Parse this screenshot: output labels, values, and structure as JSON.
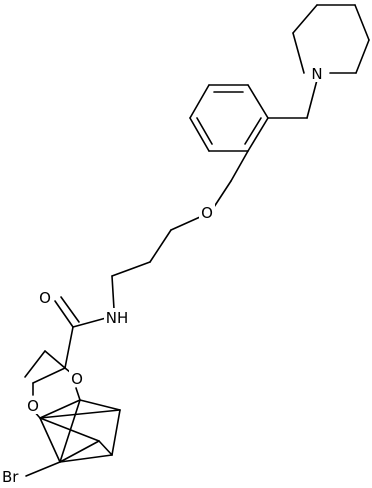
{
  "molecule": {
    "atom_labels": {
      "piperidine_n": "N",
      "ether_o": "O",
      "amide_o": "O",
      "amide_nh": "NH",
      "cage_o_right": "O",
      "cage_o_left": "O",
      "bromine": "Br"
    }
  },
  "colors": {
    "bond": "#000000",
    "label": "#000000",
    "background": "#ffffff"
  }
}
